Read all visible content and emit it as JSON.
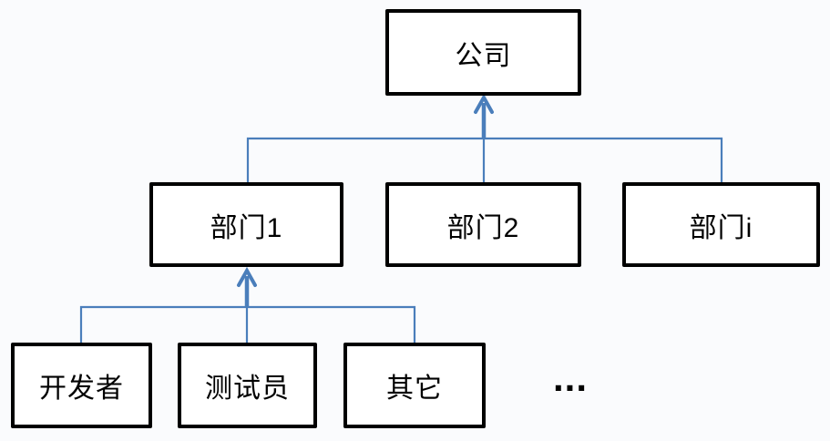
{
  "diagram_type": "org-tree",
  "colors": {
    "background": "#fafbfd",
    "connector": "#4a7ebb",
    "box_border": "#000000",
    "box_fill": "#ffffff",
    "text": "#000000"
  },
  "nodes": {
    "company": {
      "label": "公司"
    },
    "dept1": {
      "label": "部门1"
    },
    "dept2": {
      "label": "部门2"
    },
    "dept_i": {
      "label": "部门i"
    },
    "developer": {
      "label": "开发者"
    },
    "tester": {
      "label": "测试员"
    },
    "other": {
      "label": "其它"
    }
  },
  "ellipsis": "...",
  "edges": [
    {
      "from": "dept1",
      "to": "company",
      "arrowhead_at": "company"
    },
    {
      "from": "dept2",
      "to": "company",
      "arrowhead_at": "company"
    },
    {
      "from": "dept_i",
      "to": "company",
      "arrowhead_at": "company"
    },
    {
      "from": "developer",
      "to": "dept1",
      "arrowhead_at": "dept1"
    },
    {
      "from": "tester",
      "to": "dept1",
      "arrowhead_at": "dept1"
    },
    {
      "from": "other",
      "to": "dept1",
      "arrowhead_at": "dept1"
    }
  ]
}
